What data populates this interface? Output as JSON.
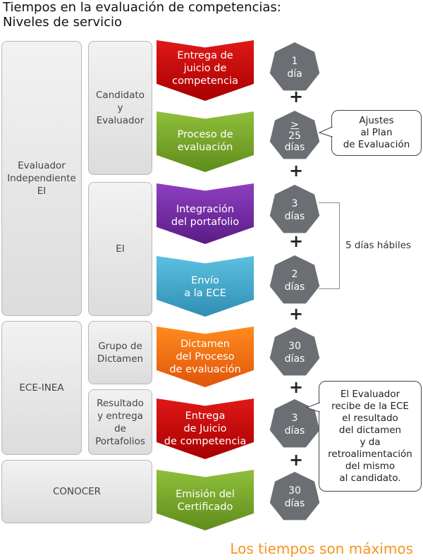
{
  "title_line1": "Tiempos en la evaluación de competencias:",
  "title_line2": "Niveles de servicio",
  "actors": {
    "evaluador": [
      "Evaluador",
      "Independiente",
      "EI"
    ],
    "ece": "ECE-INEA",
    "conocer": "CONOCER"
  },
  "subactors": {
    "candidato": [
      "Candidato",
      "y",
      "Evaluador"
    ],
    "ei": "EI",
    "grupo": [
      "Grupo de",
      "Dictamen"
    ],
    "resultado": [
      "Resultado",
      "y entrega",
      "de",
      "Portafolios"
    ]
  },
  "steps": [
    {
      "lines": [
        "Entrega de",
        "juicio de",
        "competencia"
      ],
      "color": "#c40808",
      "time": [
        "1",
        "día"
      ]
    },
    {
      "lines": [
        "Proceso de",
        "evaluación"
      ],
      "color": "#76a22a",
      "time": [
        ">",
        "25",
        "días"
      ]
    },
    {
      "lines": [
        "Integración",
        "del portafolio"
      ],
      "color": "#742ea4",
      "time": [
        "3",
        "días"
      ]
    },
    {
      "lines": [
        "Envío",
        "a la ECE"
      ],
      "color": "#45a8cc",
      "time": [
        "2",
        "días"
      ]
    },
    {
      "lines": [
        "Dictamen",
        "del Proceso",
        "de evaluación"
      ],
      "color": "#f06e14",
      "time": [
        "30",
        "días"
      ]
    },
    {
      "lines": [
        "Entrega",
        "de Juicio",
        "de competencia"
      ],
      "color": "#c40808",
      "time": [
        "3",
        "días"
      ]
    },
    {
      "lines": [
        "Emisión del",
        "Certificado"
      ],
      "color": "#76a22a",
      "time": [
        "30",
        "días"
      ]
    }
  ],
  "plus": "+",
  "callouts": {
    "ajustes": [
      "Ajustes",
      "al Plan",
      "de Evaluación"
    ],
    "evaluador": [
      "El Evaluador",
      "recibe de la ECE",
      "el resultado",
      "del dictamen",
      "y da",
      "retroalimentación",
      "del mismo",
      "al candidato."
    ]
  },
  "dias_habiles": "5 días hábiles",
  "footer": "Los tiempos son máximos"
}
